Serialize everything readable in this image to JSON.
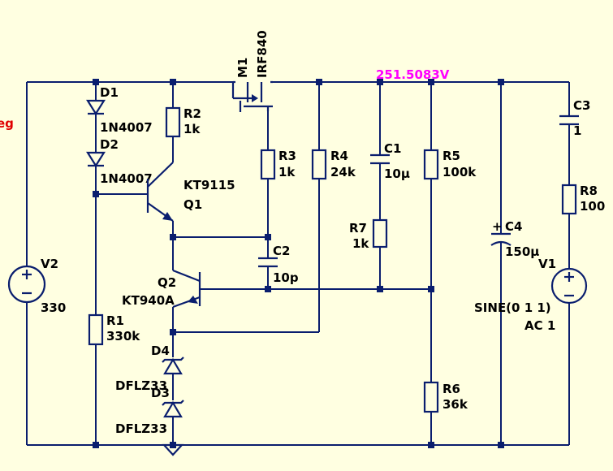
{
  "probe_voltage": "251.5083V",
  "partial_text": "eg",
  "components": {
    "D1": {
      "ref": "D1",
      "value": "1N4007"
    },
    "D2": {
      "ref": "D2",
      "value": "1N4007"
    },
    "R2": {
      "ref": "R2",
      "value": "1k"
    },
    "M1": {
      "ref": "M1",
      "value": "IRF840"
    },
    "Q1": {
      "ref": "Q1",
      "value": "KT9115"
    },
    "Q2": {
      "ref": "Q2",
      "value": "KT940A"
    },
    "R3": {
      "ref": "R3",
      "value": "1k"
    },
    "R4": {
      "ref": "R4",
      "value": "24k"
    },
    "C1": {
      "ref": "C1",
      "value": "10µ"
    },
    "R7": {
      "ref": "R7",
      "value": "1k"
    },
    "R5": {
      "ref": "R5",
      "value": "100k"
    },
    "C2": {
      "ref": "C2",
      "value": "10p"
    },
    "R1": {
      "ref": "R1",
      "value": "330k"
    },
    "D4": {
      "ref": "D4",
      "value": "DFLZ33"
    },
    "D3": {
      "ref": "D3",
      "value": "DFLZ33"
    },
    "R6": {
      "ref": "R6",
      "value": "36k"
    },
    "C4": {
      "ref": "C4",
      "value": "150µ"
    },
    "C3": {
      "ref": "C3",
      "value": "1"
    },
    "R8": {
      "ref": "R8",
      "value": "100"
    },
    "V2": {
      "ref": "V2",
      "value": "330"
    },
    "V1": {
      "ref": "V1",
      "value": "SINE(0 1 1)",
      "ac": "AC 1"
    }
  }
}
